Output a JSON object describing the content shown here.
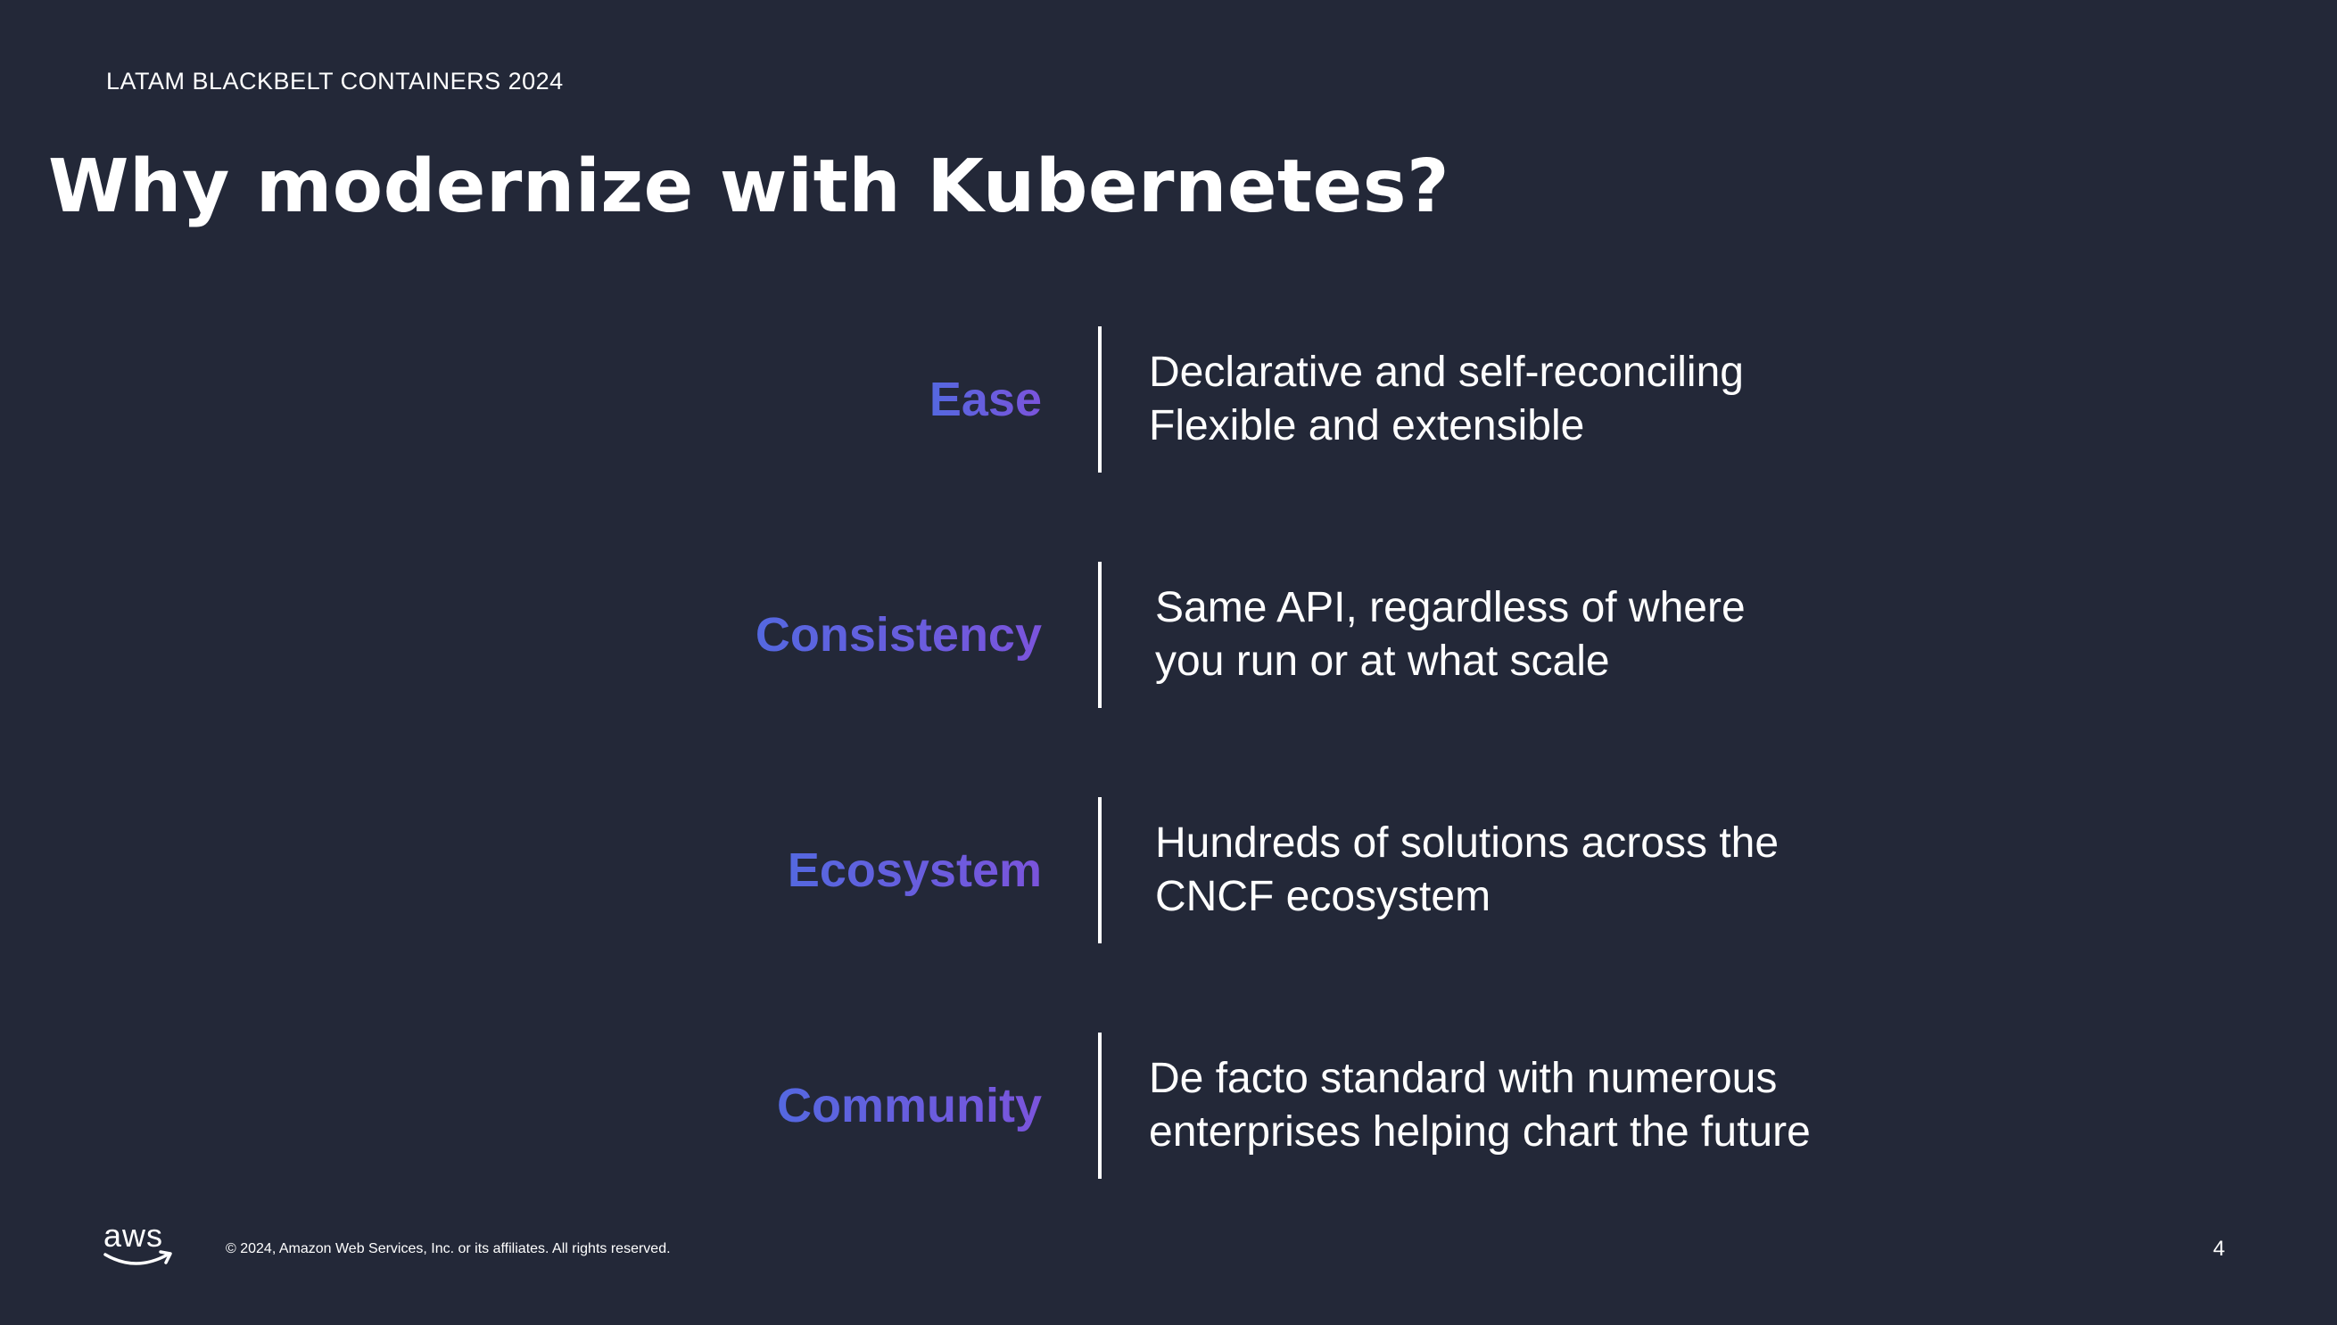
{
  "slide": {
    "eyebrow": "LATAM BLACKBELT CONTAINERS 2024",
    "title": "Why modernize with Kubernetes?",
    "items": [
      {
        "label": "Ease",
        "lines": [
          "Declarative and self-reconciling",
          "Flexible and extensible"
        ]
      },
      {
        "label": "Consistency",
        "lines": [
          "Same API, regardless of where",
          "you run or at what scale"
        ]
      },
      {
        "label": "Ecosystem",
        "lines": [
          "Hundreds of solutions across the",
          "CNCF ecosystem"
        ]
      },
      {
        "label": "Community",
        "lines": [
          "De facto standard with numerous",
          "enterprises helping chart the future"
        ]
      }
    ],
    "footer": {
      "logo": "aws",
      "copyright": "© 2024, Amazon Web Services, Inc. or its affiliates. All rights reserved.",
      "page_number": "4"
    }
  },
  "colors": {
    "background": "#232838",
    "label_gradient_start": "#5468e0",
    "label_gradient_end": "#7b54dc",
    "text": "#ffffff"
  }
}
